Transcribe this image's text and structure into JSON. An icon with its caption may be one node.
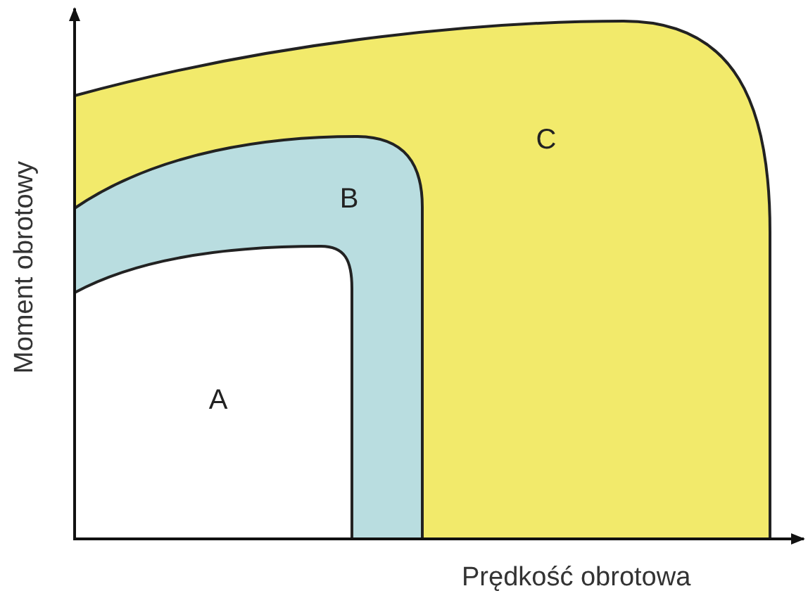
{
  "diagram": {
    "nodes": [
      {
        "text": [
          "C"
        ]
      },
      {
        "text": [
          "B"
        ],
        "in": 0
      },
      {
        "text": [
          "A"
        ],
        "in": 1
      }
    ],
    "labels": [
      "Moment obrotowy",
      "Prędkość obrotowa"
    ]
  }
}
